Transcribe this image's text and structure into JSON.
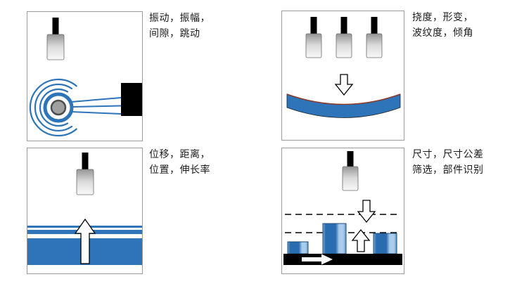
{
  "figure": {
    "panels": [
      {
        "id": "vibration",
        "caption_lines": [
          "振动，振幅，",
          "间隙，跳动"
        ],
        "icons": [
          "sensor-icon",
          "vibration-ripples-icon",
          "rotating-shaft-icon",
          "bearing-block-icon"
        ]
      },
      {
        "id": "deflection",
        "caption_lines": [
          "挠度，形变，",
          "波纹度，倾角"
        ],
        "icons": [
          "sensor-icon",
          "sensor-icon",
          "sensor-icon",
          "down-arrow-icon",
          "bent-beam-icon"
        ]
      },
      {
        "id": "displacement",
        "caption_lines": [
          "位移，距离，",
          "位置，伸长率"
        ],
        "icons": [
          "sensor-icon",
          "up-arrow-icon",
          "target-surface-icon"
        ]
      },
      {
        "id": "sorting",
        "caption_lines": [
          "尺寸，尺寸公差",
          "筛选，部件识别"
        ],
        "icons": [
          "sensor-icon",
          "threshold-dashed-lines-icon",
          "down-arrow-icon",
          "up-arrow-icon",
          "part-blocks-icon",
          "conveyor-belt-icon",
          "belt-direction-arrow-icon"
        ]
      }
    ],
    "colors": {
      "blue": "#2d74b8",
      "light_blue": "#a9cced",
      "beam_edge": "#8b3a2a",
      "black": "#000000",
      "border_gray": "#9c9c9c"
    }
  }
}
